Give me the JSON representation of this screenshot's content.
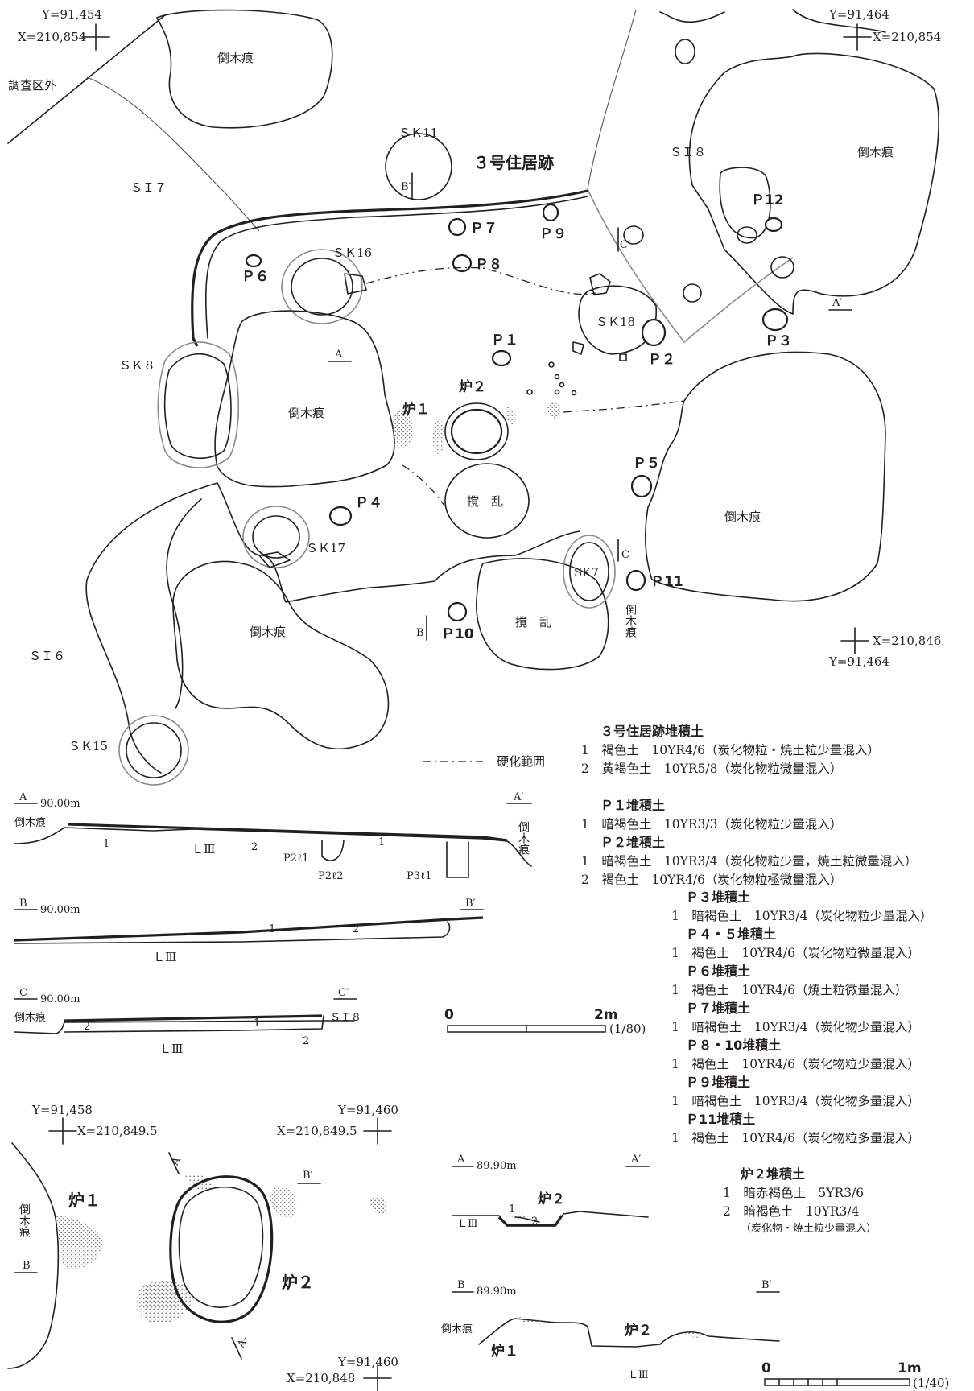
{
  "plan": {
    "coords": {
      "tl_y": "Y=91,454",
      "tl_x": "X=210,854",
      "tr_y": "Y=91,464",
      "tr_x": "X=210,854",
      "br_x": "X=210,846",
      "br_y": "Y=91,464"
    },
    "labels": {
      "outside": "調査区外",
      "fallen_tree": "倒木痕",
      "house_title": "３号住居跡",
      "si6": "ＳＩ６",
      "si7": "ＳＩ７",
      "si8": "ＳＩ８",
      "sk7": "SK7",
      "sk8": "ＳＫ８",
      "sk11": "ＳＫ11",
      "sk15": "ＳＫ15",
      "sk16": "ＳＫ16",
      "sk17": "ＳＫ17",
      "sk18": "ＳＫ18",
      "disturbed": "撹　乱",
      "hearth1": "炉１",
      "hearth2": "炉２",
      "p1": "Ｐ１",
      "p2": "Ｐ２",
      "p3": "Ｐ３",
      "p4": "Ｐ４",
      "p5": "Ｐ５",
      "p6": "Ｐ６",
      "p7": "Ｐ７",
      "p8": "Ｐ８",
      "p9": "Ｐ９",
      "p10": "Ｐ10",
      "p11": "Ｐ11",
      "p12": "Ｐ12",
      "sec_a": "A",
      "sec_a2": "A′",
      "sec_b": "B",
      "sec_b2": "B′",
      "sec_c": "C",
      "sec_c2": "C′",
      "hardened_legend": "硬化範囲"
    }
  },
  "sections": {
    "a_label": "A",
    "a_elev": "90.00m",
    "a_end": "A′",
    "a_left": "倒木痕",
    "a_right": "倒木痕",
    "a_layer": "ＬⅢ",
    "a_n1": "1",
    "a_n1b": "1",
    "a_n2": "2",
    "a_p2l1": "P2ℓ1",
    "a_p2l2": "P2ℓ2",
    "a_p3l1": "P3ℓ1",
    "b_label": "B",
    "b_elev": "90.00m",
    "b_end": "B′",
    "b_layer": "ＬⅢ",
    "b_n1": "1",
    "b_n2": "2",
    "c_label": "C",
    "c_elev": "90.00m",
    "c_end": "C′",
    "c_left": "倒木痕",
    "c_right": "ＳＩ８",
    "c_layer": "ＬⅢ",
    "c_n1": "1",
    "c_n2": "2",
    "c_n2b": "2"
  },
  "scale_80": {
    "zero": "0",
    "max": "2m",
    "ratio": "(1/80)"
  },
  "scale_40": {
    "zero": "0",
    "max": "1m",
    "ratio": "(1/40)"
  },
  "legend": {
    "house": {
      "title": "３号住居跡堆積土",
      "items": [
        "1　褐色土　10YR4/6（炭化物粒・焼土粒少量混入）",
        "2　黄褐色土　10YR5/8（炭化物粒微量混入）"
      ]
    },
    "p1": {
      "title": "Ｐ１堆積土",
      "items": [
        "1　暗褐色土　10YR3/3（炭化物粒少量混入）"
      ]
    },
    "p2": {
      "title": "Ｐ２堆積土",
      "items": [
        "1　暗褐色土　10YR3/4（炭化物粒少量，焼土粒微量混入）",
        "2　褐色土　10YR4/6（炭化物粒極微量混入）"
      ]
    },
    "p3": {
      "title": "Ｐ３堆積土",
      "items": [
        "1　暗褐色土　10YR3/4（炭化物粒少量混入）"
      ]
    },
    "p45": {
      "title": "Ｐ４・５堆積土",
      "items": [
        "1　褐色土　10YR4/6（炭化物粒微量混入）"
      ]
    },
    "p6": {
      "title": "Ｐ６堆積土",
      "items": [
        "1　褐色土　10YR4/6（焼土粒微量混入）"
      ]
    },
    "p7": {
      "title": "Ｐ７堆積土",
      "items": [
        "1　暗褐色土　10YR3/4（炭化物少量混入）"
      ]
    },
    "p810": {
      "title": "Ｐ８・10堆積土",
      "items": [
        "1　褐色土　10YR4/6（炭化物粒少量混入）"
      ]
    },
    "p9": {
      "title": "Ｐ９堆積土",
      "items": [
        "1　暗褐色土　10YR3/4（炭化物多量混入）"
      ]
    },
    "p11": {
      "title": "Ｐ11堆積土",
      "items": [
        "1　褐色土　10YR4/6（炭化物粒多量混入）"
      ]
    },
    "hearth2": {
      "title": "炉２堆積土",
      "items": [
        "1　暗赤褐色土　5YR3/6",
        "2　暗褐色土　10YR3/4",
        "（炭化物・焼土粒少量混入）"
      ]
    }
  },
  "detail": {
    "coords": {
      "tl_y": "Y=91,458",
      "tl_x": "X=210,849.5",
      "tr_y": "Y=91,460",
      "tr_x": "X=210,849.5",
      "br_y": "Y=91,460",
      "br_x": "X=210,848"
    },
    "labels": {
      "fallen_tree": "倒木痕",
      "hearth1": "炉１",
      "hearth2": "炉２",
      "a": "A",
      "a_dash": "A-",
      "b": "B",
      "b2": "B′"
    }
  },
  "hearth_sections": {
    "a_label": "A",
    "a_elev": "89.90m",
    "a_end": "A′",
    "a_hearth": "炉２",
    "a_layer": "ＬⅢ",
    "a_n1": "1",
    "a_n2": "2",
    "b_label": "B",
    "b_elev": "89.90m",
    "b_end": "B′",
    "b_left": "倒木痕",
    "b_h1": "炉１",
    "b_h2": "炉２",
    "b_layer": "ＬⅢ"
  }
}
